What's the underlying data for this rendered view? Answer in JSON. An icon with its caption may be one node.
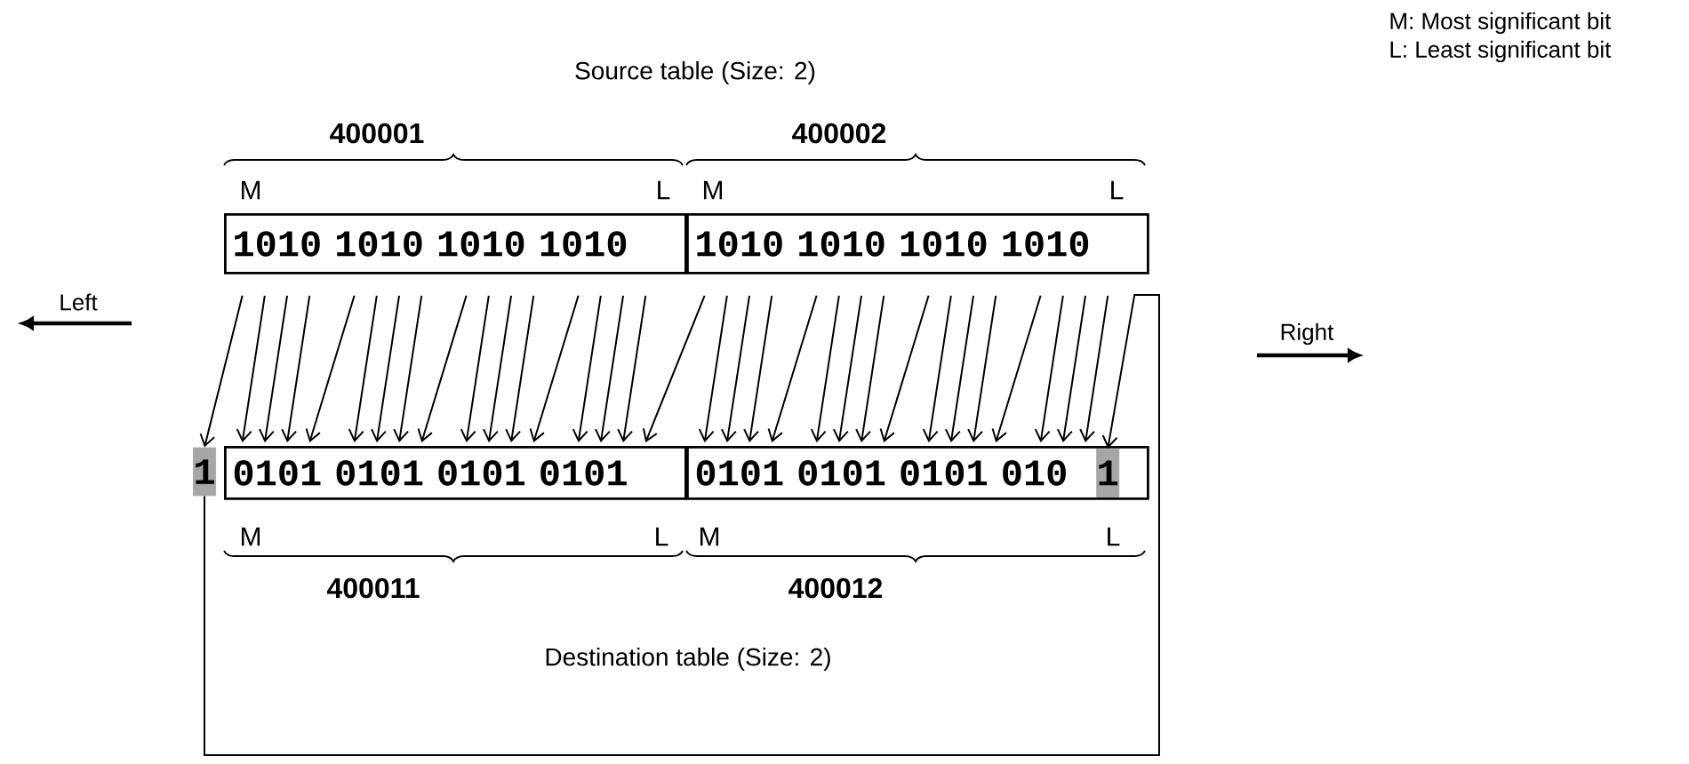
{
  "diagram": {
    "nodes": [
      {
        "text": [
          "1010 1010 1010 1010"
        ],
        "beside": [
          "400001"
        ]
      },
      {
        "text": [
          "1010 1010 1010 1010"
        ],
        "beside": [
          "400002"
        ]
      },
      {
        "text": [
          "0101 0101 0101 0101"
        ],
        "beside": [
          "400011"
        ]
      },
      {
        "text": [
          "0101 0101 0101 010"
        ],
        "beside": [
          "400012"
        ]
      },
      {
        "text": [
          "1"
        ],
        "in": 3
      },
      {
        "text": [
          "1"
        ]
      }
    ],
    "edges": [
      {
        "from": 0,
        "to": 5,
        "arrow": "to"
      },
      {
        "from": 0,
        "to": 2,
        "arrow": "to"
      },
      {
        "from": 0,
        "to": 2,
        "arrow": "to"
      },
      {
        "from": 0,
        "to": 2,
        "arrow": "to"
      },
      {
        "from": 0,
        "to": 2,
        "arrow": "to"
      },
      {
        "from": 0,
        "to": 2,
        "arrow": "to"
      },
      {
        "from": 0,
        "to": 2,
        "arrow": "to"
      },
      {
        "from": 0,
        "to": 2,
        "arrow": "to"
      },
      {
        "from": 0,
        "to": 2,
        "arrow": "to"
      },
      {
        "from": 0,
        "to": 2,
        "arrow": "to"
      },
      {
        "from": 0,
        "to": 2,
        "arrow": "to"
      },
      {
        "from": 0,
        "to": 2,
        "arrow": "to"
      },
      {
        "from": 0,
        "to": 2,
        "arrow": "to"
      },
      {
        "from": 0,
        "to": 2,
        "arrow": "to"
      },
      {
        "from": 0,
        "to": 2,
        "arrow": "to"
      },
      {
        "from": 0,
        "to": 2,
        "arrow": "to"
      },
      {
        "from": 1,
        "to": 2,
        "arrow": "to"
      },
      {
        "from": 1,
        "to": 3,
        "arrow": "to"
      },
      {
        "from": 1,
        "to": 3,
        "arrow": "to"
      },
      {
        "from": 1,
        "to": 3,
        "arrow": "to"
      },
      {
        "from": 1,
        "to": 3,
        "arrow": "to"
      },
      {
        "from": 1,
        "to": 3,
        "arrow": "to"
      },
      {
        "from": 1,
        "to": 3,
        "arrow": "to"
      },
      {
        "from": 1,
        "to": 3,
        "arrow": "to"
      },
      {
        "from": 1,
        "to": 3,
        "arrow": "to"
      },
      {
        "from": 1,
        "to": 3,
        "arrow": "to"
      },
      {
        "from": 1,
        "to": 3,
        "arrow": "to"
      },
      {
        "from": 1,
        "to": 3,
        "arrow": "to"
      },
      {
        "from": 1,
        "to": 3,
        "arrow": "to"
      },
      {
        "from": 1,
        "to": 3,
        "arrow": "to"
      },
      {
        "from": 1,
        "to": 3,
        "arrow": "to"
      },
      {
        "from": 1,
        "to": 3,
        "arrow": "to"
      },
      {
        "from": 5,
        "to": 4,
        "arrow": "to"
      }
    ],
    "labels": [
      "M: Most significant bit",
      "L: Least significant bit",
      "Source table (Size: 2)",
      "M",
      "L",
      "M",
      "L",
      "Left",
      "Right",
      "M",
      "L",
      "M",
      "L",
      "Destination table (Size: 2)"
    ]
  }
}
